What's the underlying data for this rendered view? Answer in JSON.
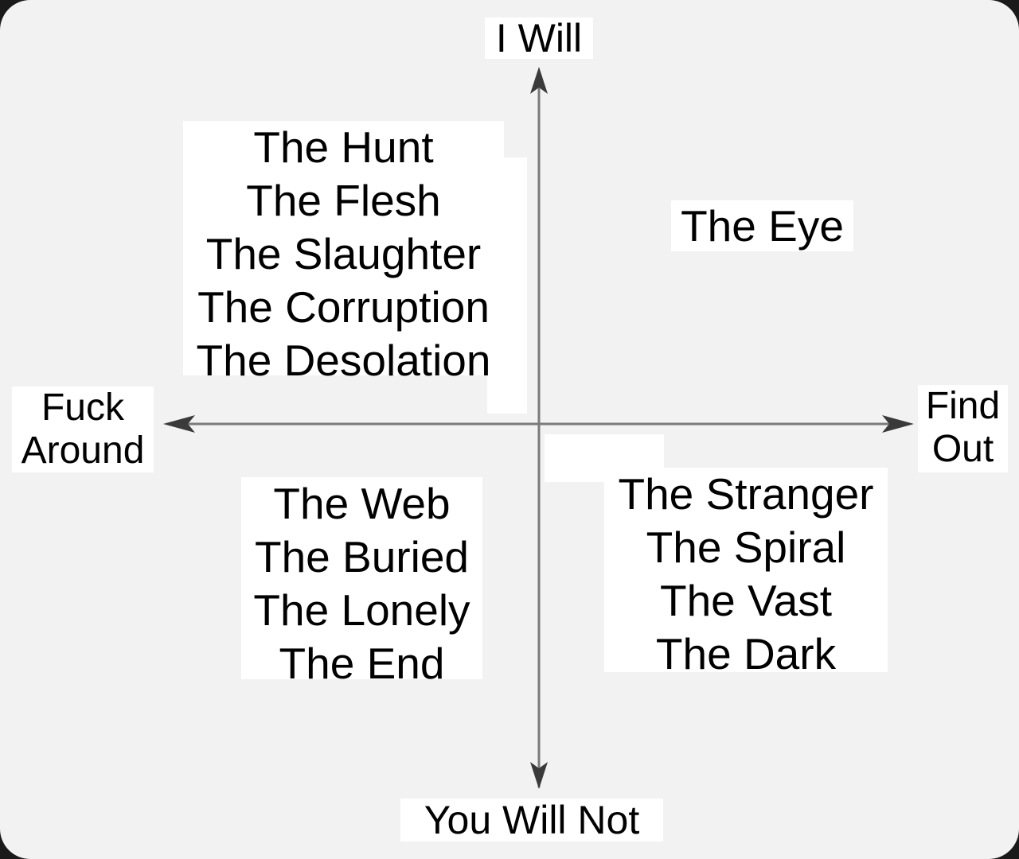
{
  "axes": {
    "top": "I Will",
    "bottom": "You Will Not",
    "left": [
      "Fuck",
      "Around"
    ],
    "right": [
      "Find",
      "Out"
    ]
  },
  "quadrants": {
    "top_left": [
      "The Hunt",
      "The Flesh",
      "The Slaughter",
      "The Corruption",
      "The Desolation"
    ],
    "top_right": [
      "The Eye"
    ],
    "bottom_left": [
      "The Web",
      "The Buried",
      "The Lonely",
      "The End"
    ],
    "bottom_right": [
      "The Stranger",
      "The Spiral",
      "The Vast",
      "The Dark"
    ]
  },
  "colors": {
    "background": "#f2f2f2",
    "axis": "#7a7a7a",
    "label_bg": "#ffffff",
    "text": "#000000"
  }
}
